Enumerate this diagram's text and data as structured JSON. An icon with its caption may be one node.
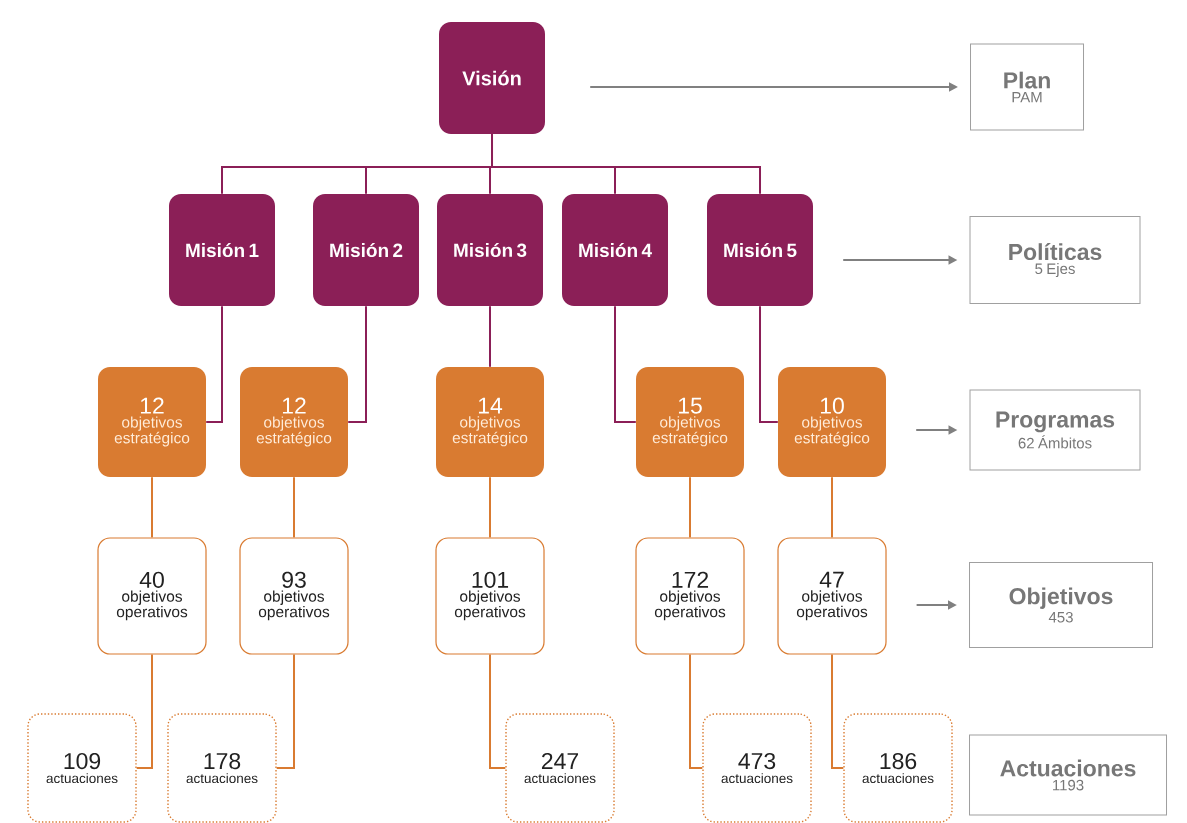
{
  "diagram": {
    "nodes": [
      {
        "text": [
          "Visión"
        ]
      },
      {
        "text": [
          "Misión 1"
        ]
      },
      {
        "text": [
          "Misión 2"
        ]
      },
      {
        "text": [
          "Misión 3"
        ]
      },
      {
        "text": [
          "Misión 4"
        ]
      },
      {
        "text": [
          "Misión 5"
        ]
      },
      {
        "text": [
          "12",
          "objetivos estratégico"
        ]
      },
      {
        "text": [
          "12",
          "objetivos estratégico"
        ]
      },
      {
        "text": [
          "14",
          "objetivos estratégico"
        ]
      },
      {
        "text": [
          "15",
          "objetivos estratégico"
        ]
      },
      {
        "text": [
          "10",
          "objetivos estratégico"
        ]
      },
      {
        "text": [
          "40",
          "objetivos operativos"
        ]
      },
      {
        "text": [
          "93",
          "objetivos operativos"
        ]
      },
      {
        "text": [
          "101",
          "objetivos operativos"
        ]
      },
      {
        "text": [
          "172",
          "objetivos operativos"
        ]
      },
      {
        "text": [
          "47",
          "objetivos operativos"
        ]
      },
      {
        "text": [
          "109",
          "actuaciones"
        ]
      },
      {
        "text": [
          "178",
          "actuaciones"
        ]
      },
      {
        "text": [
          "247",
          "actuaciones"
        ]
      },
      {
        "text": [
          "473",
          "actuaciones"
        ]
      },
      {
        "text": [
          "186",
          "actuaciones"
        ]
      },
      {
        "text": [
          "Plan",
          "PAM"
        ]
      },
      {
        "text": [
          "Políticas",
          "5 Ejes"
        ]
      },
      {
        "text": [
          "Programas",
          "62 Ámbitos"
        ]
      },
      {
        "text": [
          "Objetivos",
          "453"
        ]
      },
      {
        "text": [
          "Actuaciones",
          "1193"
        ]
      }
    ],
    "edges": [
      {
        "from": 0,
        "to": 1,
        "arrow": "none",
        "color": "#8b1f57"
      },
      {
        "from": 0,
        "to": 2,
        "arrow": "none",
        "color": "#8b1f57"
      },
      {
        "from": 0,
        "to": 3,
        "arrow": "none",
        "color": "#8b1f57"
      },
      {
        "from": 0,
        "to": 4,
        "arrow": "none",
        "color": "#8b1f57"
      },
      {
        "from": 0,
        "to": 5,
        "arrow": "none",
        "color": "#8b1f57"
      },
      {
        "from": 1,
        "to": 6,
        "arrow": "none",
        "color": "#8b1f57"
      },
      {
        "from": 2,
        "to": 7,
        "arrow": "none",
        "color": "#8b1f57"
      },
      {
        "from": 3,
        "to": 8,
        "arrow": "none",
        "color": "#8b1f57"
      },
      {
        "from": 4,
        "to": 9,
        "arrow": "none",
        "color": "#8b1f57"
      },
      {
        "from": 5,
        "to": 10,
        "arrow": "none",
        "color": "#8b1f57"
      },
      {
        "from": 6,
        "to": 11,
        "arrow": "none",
        "color": "#d97b31"
      },
      {
        "from": 7,
        "to": 12,
        "arrow": "none",
        "color": "#d97b31"
      },
      {
        "from": 8,
        "to": 13,
        "arrow": "none",
        "color": "#d97b31"
      },
      {
        "from": 9,
        "to": 14,
        "arrow": "none",
        "color": "#d97b31"
      },
      {
        "from": 10,
        "to": 15,
        "arrow": "none",
        "color": "#d97b31"
      },
      {
        "from": 11,
        "to": 16,
        "arrow": "none",
        "color": "#d97b31"
      },
      {
        "from": 12,
        "to": 17,
        "arrow": "none",
        "color": "#d97b31"
      },
      {
        "from": 13,
        "to": 18,
        "arrow": "none",
        "color": "#d97b31"
      },
      {
        "from": 14,
        "to": 19,
        "arrow": "none",
        "color": "#d97b31"
      },
      {
        "from": 15,
        "to": 20,
        "arrow": "none",
        "color": "#d97b31"
      },
      {
        "from": 0,
        "to": 21,
        "arrow": "to",
        "color": "#808080"
      },
      {
        "from": 5,
        "to": 22,
        "arrow": "to",
        "color": "#808080"
      },
      {
        "from": 10,
        "to": 23,
        "arrow": "to",
        "color": "#808080"
      },
      {
        "from": 15,
        "to": 24,
        "arrow": "to",
        "color": "#808080"
      }
    ]
  }
}
